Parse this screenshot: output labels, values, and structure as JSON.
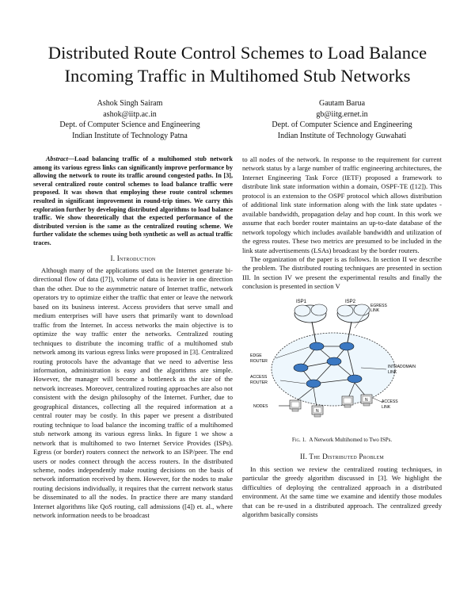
{
  "paper": {
    "title_line1": "Distributed Route Control Schemes to Load Balance",
    "title_line2": "Incoming Traffic in Multihomed Stub Networks"
  },
  "authors": [
    {
      "name": "Ashok Singh Sairam",
      "email": "ashok@iitp.ac.in",
      "dept": "Dept. of Computer Science and Engineering",
      "institute": "Indian Institute of Technology Patna"
    },
    {
      "name": "Gautam Barua",
      "email": "gb@iitg.ernet.in",
      "dept": "Dept. of Computer Science and Engineering",
      "institute": "Indian Institute of Technology Guwahati"
    }
  ],
  "abstract": {
    "label": "Abstract",
    "text": "—Load balancing traffic of a multihomed stub network among its various egress links can significantly improve performance by allowing the network to route its traffic around congested paths. In [3], several centralized route control schemes to load balance traffic were proposed. It was shown that employing these route control schemes resulted in significant improvement in round-trip times. We carry this exploration further by developing distributed algorithms to load balance traffic. We show theoretically that the expected performance of the distributed version is the same as the centralized routing scheme. We further validate the schemes using both synthetic as well as actual traffic traces."
  },
  "section1": {
    "heading": "I. Introduction",
    "para1": "Although many of the applications used on the Internet generate bi-directional flow of data ([7]), volume of data is heavier in one direction than the other. Due to the asymmetric nature of Internet traffic, network operators try to optimize either the traffic that enter or leave the network based on its business interest. Access providers that serve small and medium enterprises will have users that primarily want to download traffic from the Internet. In access networks the main objective is to optimize the way traffic enter the networks. Centralized routing techniques to distribute the incoming traffic of a multihomed stub network among its various egress links were proposed in [3]. Centralized routing protocols have the advantage that we need to advertise less information, administration is easy and the algorithms are simple. However, the manager will become a bottleneck as the size of the network increases. Moreover, centralized routing approaches are also not consistent with the design philosophy of the Internet. Further, due to geographical distances, collecting all the required information at a central router may be costly. In this paper we present a distributed routing technique to load balance the incoming traffic of a multihomed stub network among its various egress links. In figure 1 we show a network that is multihomed to two Internet Service Provides (ISPs). Egress (or border) routers connect the network to an ISP/peer. The end users or nodes connect through the access routers. In the distributed scheme, nodes independently make routing decisions on the basis of network information received by them. However, for the nodes to make routing decisions individually, it requires that the current network status be disseminated to all the nodes. In practice there are many standard Internet algorithms like QoS routing, call admissions ([4]) et. al., where network information needs to be broadcast",
    "para1_cont": "to all nodes of the network. In response to the requirement for current network status by a large number of traffic engineering architectures, the Internet Engineering Task Force (IETF) proposed a framework to distribute link state information within a domain, OSPF-TE ([12]). This protocol is an extension to the OSPF protocol which allows distribution of additional link state information along with the link state updates - available bandwidth, propagation delay and hop count. In this work we assume that each border router maintains an up-to-date database of the network topology which includes available bandwidth and utilization of the egress routes. These two metrics are presumed to be included in the link state advertisements (LSAs) broadcast by the border routers.",
    "para2": "The organization of the paper is as follows. In section II we describe the problem. The distributed routing techniques are presented in section III. In section IV we present the experimental results and finally the conclusion is presented in section V"
  },
  "figure1": {
    "caption_label": "Fig. 1.",
    "caption_text": "A Network Multihomed to Two ISPs.",
    "labels": {
      "isp1": "ISP1",
      "isp2": "ISP2",
      "egress_link_1": "EGRESS",
      "egress_link_2": "LINK",
      "edge_router_1": "EDGE",
      "edge_router_2": "ROUTER",
      "intradomain_1": "INTRADOMAIN",
      "intradomain_2": "LINK",
      "access_router_1": "ACCESS",
      "access_router_2": "ROUTER",
      "access_link_1": "ACCESS",
      "access_link_2": "LINK",
      "nodes": "NODES",
      "host_n": "N"
    }
  },
  "section2": {
    "heading": "II. The Distributed Problem",
    "para1": "In this section we review the centralized routing techniques, in particular the greedy algorithm discussed in [3]. We highlight the difficulties of deploying the centralized approach in a distributed environment. At the same time we examine and identify those modules that can be re-used in a distributed approach. The centralized greedy algorithm basically consists"
  }
}
